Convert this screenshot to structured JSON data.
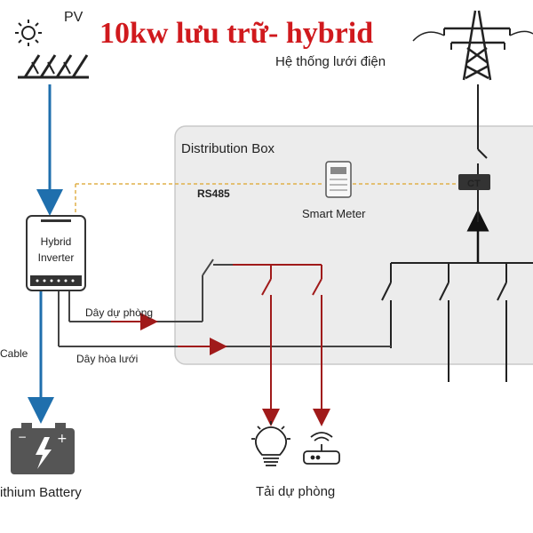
{
  "title": "10kw lưu trữ- hybrid",
  "labels": {
    "pv": "PV",
    "grid": "Hệ thống  lưới điện",
    "distribution_box": "Distribution Box",
    "rs485": "RS485",
    "smart_meter": "Smart Meter",
    "ct": "CT",
    "inverter_line1": "Hybrid",
    "inverter_line2": "Inverter",
    "backup_wire": "Dây dự phòng",
    "grid_wire": "Dây hòa lưới",
    "cable": "Cable",
    "battery": "ithium Battery",
    "backup_load": "Tải dự phòng"
  },
  "colors": {
    "title_red": "#d0191d",
    "dc_blue": "#1f6fad",
    "backup_red": "#a01a1a",
    "line_dark": "#444444",
    "box_fill": "#ececec",
    "comm_dash": "#e0b04a"
  }
}
